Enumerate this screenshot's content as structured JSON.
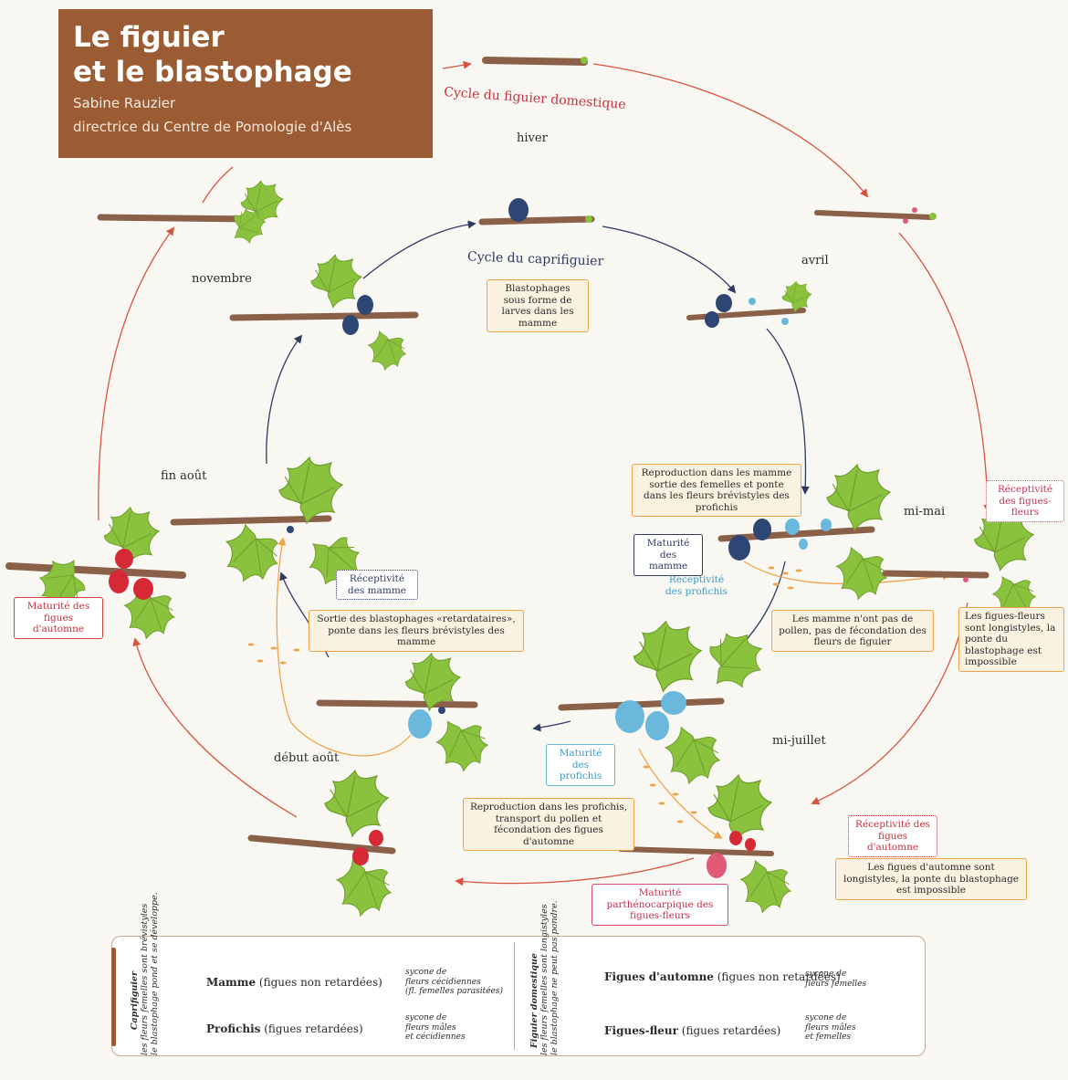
{
  "title": {
    "line1": "Le figuier",
    "line2": "et le blastophage",
    "author": "Sabine Rauzier",
    "role": "directrice du Centre de Pomologie d'Alès"
  },
  "cycles": {
    "domestic": "Cycle du figuier domestique",
    "caprifig": "Cycle du caprifiguier"
  },
  "months": {
    "hiver": "hiver",
    "avril": "avril",
    "novembre": "novembre",
    "fin_aout": "fin août",
    "mi_mai": "mi-mai",
    "mi_juillet": "mi-juillet",
    "debut_aout": "début août"
  },
  "boxes": {
    "blastophages_larves": "Blastophages sous forme de larves dans les mamme",
    "reproduction_mamme": "Reproduction dans les mamme sortie des femelles et ponte dans les fleurs brévistyles des profichis",
    "receptivite_figues_fleurs": "Réceptivité des figues-fleurs",
    "maturite_mamme": "Maturité des mamme",
    "receptivite_profichis": "Réceptivité des profichis",
    "mamme_sans_pollen": "Les mamme n'ont pas de pollen, pas de fécondation des fleurs de figuier",
    "figues_fleurs_longistyles": "Les figues-fleurs sont longistyles, la ponte du blastophage est impossible",
    "receptivite_mamme": "Réceptivité des mamme",
    "sortie_retardataires": "Sortie des blastophages «retardataires», ponte dans les fleurs brévistyles des mamme",
    "maturite_automne": "Maturité des figues d'automne",
    "maturite_profichis": "Maturité des profichis",
    "reproduction_profichis": "Reproduction dans les profichis, transport du pollen et fécondation des figues d'automne",
    "receptivite_automne": "Réceptivité des figues d'automne",
    "figues_automne_longistyles": "Les figues d'automne sont longistyles, la ponte du blastophage est impossible",
    "maturite_parthenocarpique": "Maturité parthénocarpique des figues-fleurs"
  },
  "legend": {
    "left_vertical_title": "Caprifiguier",
    "left_vertical_l1": "les fleurs femelles sont brévistyles",
    "left_vertical_l2": "le blastophage pond et se développe.",
    "mamme_bold": "Mamme",
    "mamme_rest": " (figues non retardées)",
    "mamme_note_1": "sycone de",
    "mamme_note_2": "fleurs cécidiennes",
    "mamme_note_3": "(fl. femelles parasitées)",
    "profichis_bold": "Profichis",
    "profichis_rest": " (figues retardées)",
    "profichis_note_1": "sycone de",
    "profichis_note_2": "fleurs mâles",
    "profichis_note_3": "et cécidiennes",
    "right_vertical_title": "Figuier domestique",
    "right_vertical_l1": "les fleurs femelles sont longistyles",
    "right_vertical_l2": "le blastophage ne peut pas pondre.",
    "automne_bold": "Figues d'automne",
    "automne_rest": " (figues non retardées)",
    "automne_note_1": "sycone de",
    "automne_note_2": "fleurs femelles",
    "fleur_bold": "Figues-fleur",
    "fleur_rest": " (figues retardées)",
    "fleur_note_1": "sycone de",
    "fleur_note_2": "fleurs mâles",
    "fleur_note_3": "et femelles"
  },
  "colors": {
    "title_bg": "#9b5c34",
    "domestic_arrow": "#d9543f",
    "caprifig_arrow": "#2f3b63",
    "orange_arrow": "#f0a34a",
    "leaf": "#8ac23e",
    "branch": "#8a6048",
    "mamme": "#2d4673",
    "profichis": "#6ab8dc",
    "automne": "#d52a36",
    "figue_fleur": "#e05a78"
  }
}
